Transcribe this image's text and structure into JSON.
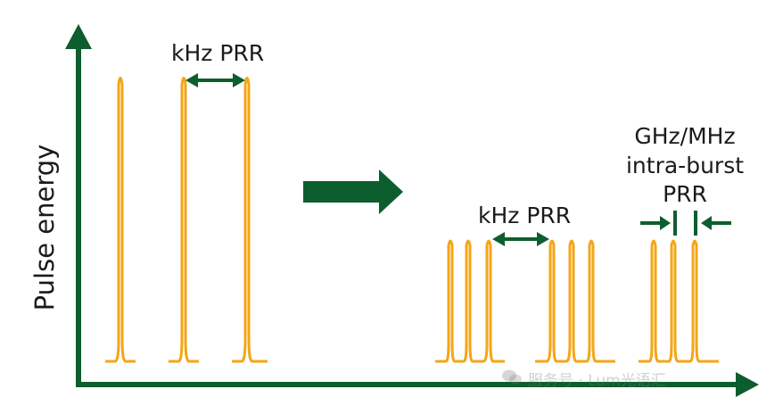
{
  "diagram": {
    "y_axis_label": "Pulse energy",
    "left_spacing_label": "kHz PRR",
    "right_spacing_label": "kHz PRR",
    "intra_burst_label_lines": [
      "GHz/MHz",
      "intra-burst",
      "PRR"
    ],
    "watermark": "服务号 · Lum光语汇",
    "colors": {
      "axis": "#0d5e2e",
      "pulse": "#f5a516",
      "text": "#1a1a1a"
    }
  }
}
